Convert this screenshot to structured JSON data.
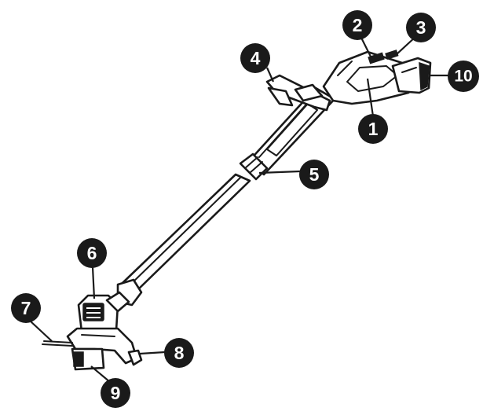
{
  "diagram": {
    "callouts": [
      {
        "id": "1",
        "label": "1"
      },
      {
        "id": "2",
        "label": "2"
      },
      {
        "id": "3",
        "label": "3"
      },
      {
        "id": "4",
        "label": "4"
      },
      {
        "id": "5",
        "label": "5"
      },
      {
        "id": "6",
        "label": "6"
      },
      {
        "id": "7",
        "label": "7"
      },
      {
        "id": "8",
        "label": "8"
      },
      {
        "id": "9",
        "label": "9"
      },
      {
        "id": "10",
        "label": "10"
      }
    ]
  },
  "colors": {
    "ink": "#1a1a1a",
    "paper": "#ffffff"
  }
}
